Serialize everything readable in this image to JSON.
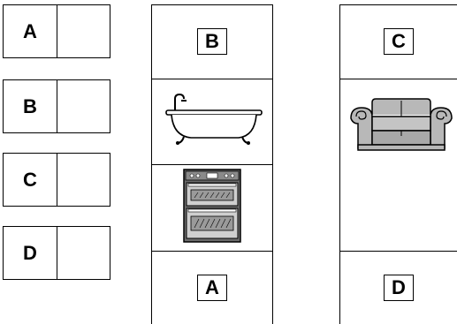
{
  "answer_boxes": [
    {
      "letter": "A"
    },
    {
      "letter": "B"
    },
    {
      "letter": "C"
    },
    {
      "letter": "D"
    }
  ],
  "plan": {
    "room_labels": {
      "top_left": "B",
      "top_right": "C",
      "bottom_left": "A",
      "bottom_right": "D"
    },
    "icons": [
      "bathtub-icon",
      "oven-icon",
      "armchair-icon"
    ]
  }
}
